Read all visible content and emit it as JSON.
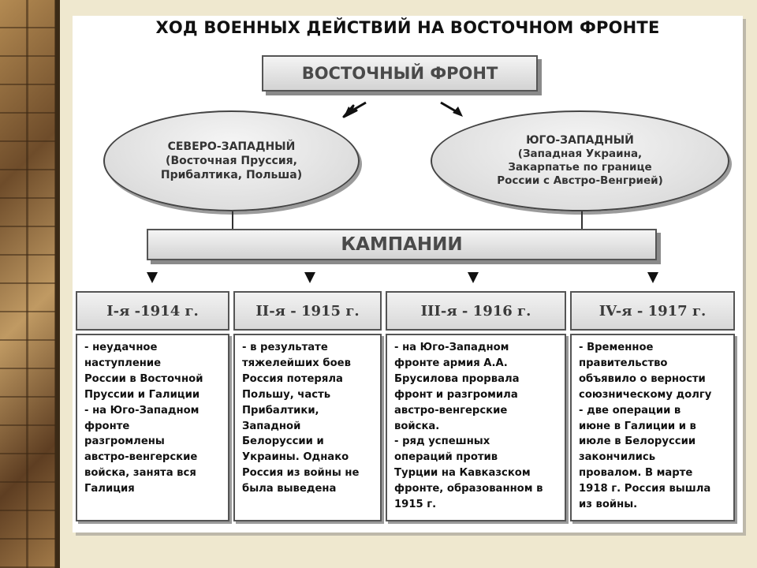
{
  "title": "ХОД ВОЕННЫХ ДЕЙСТВИЙ НА ВОСТОЧНОМ ФРОНТЕ",
  "front": "ВОСТОЧНЫЙ ФРОНТ",
  "northwest": {
    "name": "СЕВЕРО-ЗАПАДНЫЙ",
    "lines": [
      "(Восточная Пруссия,",
      "Прибалтика, Польша)"
    ]
  },
  "southwest": {
    "name": "ЮГО-ЗАПАДНЫЙ",
    "lines": [
      "(Западная Украина,",
      "Закарпатье по границе",
      "России с Австро-Венгрией)"
    ]
  },
  "campaigns_label": "КАМПАНИИ",
  "campaigns": [
    {
      "year": "I-я -1914 г.",
      "lines": [
        "-  неудачное",
        "наступление",
        "России в Восточной",
        "Пруссии и Галиции",
        "- на Юго-Западном",
        "фронте",
        "разгромлены",
        "австро-венгерские",
        "войска, занята вся",
        "Галиция"
      ]
    },
    {
      "year": "II-я - 1915 г.",
      "lines": [
        "- в результате",
        "тяжелейших боев",
        "Россия потеряла",
        "Польшу, часть",
        "Прибалтики,",
        "Западной",
        "Белоруссии и",
        "Украины. Однако",
        "Россия из войны не",
        "была выведена"
      ]
    },
    {
      "year": "III-я - 1916 г.",
      "lines": [
        "- на Юго-Западном",
        "фронте армия А.А.",
        "Брусилова прорвала",
        "фронт и разгромила",
        "австро-венгерские",
        "войска.",
        "- ряд успешных",
        "операций против",
        "Турции на Кавказском",
        "фронте, образованном в",
        "1915 г."
      ]
    },
    {
      "year": "IV-я - 1917 г.",
      "lines": [
        "- Временное",
        "правительство",
        "объявило о верности",
        "союзническому долгу",
        "- две операции в",
        "июне в Галиции и в",
        "июле в Белоруссии",
        "закончились",
        "провалом. В марте",
        "1918 г. Россия вышла",
        "из войны."
      ]
    }
  ]
}
